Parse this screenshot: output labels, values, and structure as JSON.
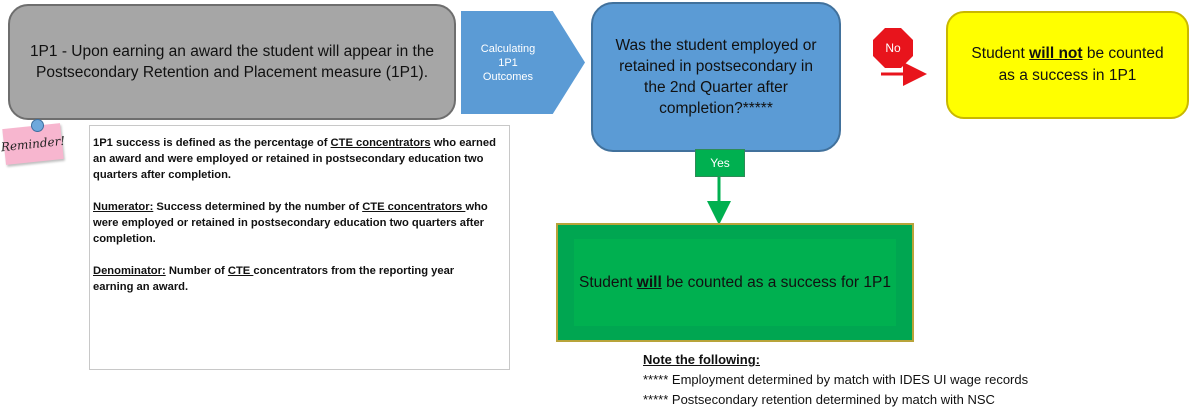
{
  "flow": {
    "step1_text": "1P1 - Upon earning an award the student will appear in the Postsecondary Retention and Placement measure (1P1).",
    "calc_line1": "Calculating",
    "calc_line2": "1P1",
    "calc_line3": "Outcomes",
    "question": "Was the student employed or retained in postsecondary in the 2nd Quarter after completion?*****",
    "no_label": "No",
    "yes_label": "Yes",
    "not_success_pre": "Student ",
    "not_success_bold": "will not",
    "not_success_post": " be counted as a success in 1P1",
    "success_pre": "Student ",
    "success_bold": "will",
    "success_post": " be counted as a success for 1P1"
  },
  "reminder": {
    "note_label": "Reminder!",
    "definition": {
      "p1": "1P1 success is defined as the percentage of ",
      "p2": "CTE concentrators",
      "p3": " who earned an award and were employed or retained in postsecondary education two quarters after completion."
    },
    "numerator": {
      "label": "Numerator:",
      "p1": " Success determined by the number  of ",
      "p2": "CTE concentrators ",
      "p3": "who were employed or retained in postsecondary education two quarters after completion."
    },
    "denominator": {
      "label": "Denominator:",
      "p1": " Number of ",
      "p2": "CTE ",
      "p3": "concentrators from the reporting year earning an award."
    }
  },
  "notes": {
    "heading": "Note the following:",
    "items": [
      "***** Employment determined by match with IDES UI wage records",
      "***** Postsecondary retention determined by match with NSC"
    ]
  },
  "colors": {
    "grey_box": "#a6a6a6",
    "blue": "#5b9bd5",
    "red": "#e8141c",
    "yellow": "#ffff00",
    "green": "#00b050",
    "note_pink": "#f7b6cf"
  }
}
